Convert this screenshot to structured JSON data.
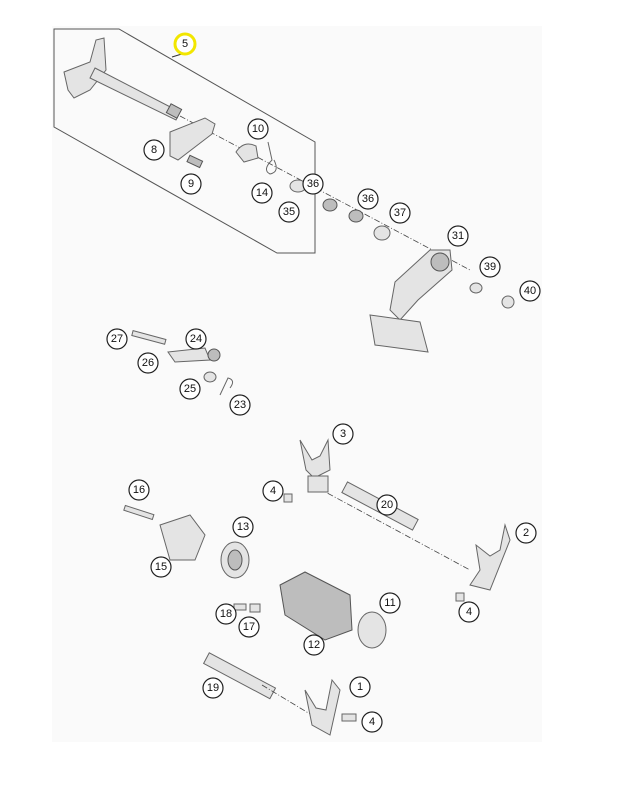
{
  "diagram": {
    "title": "Shift mechanism exploded view",
    "highlight_color": "#f2e600",
    "callouts": [
      "5",
      "10",
      "8",
      "9",
      "14",
      "35",
      "36",
      "36",
      "37",
      "31",
      "39",
      "40",
      "27",
      "24",
      "26",
      "25",
      "23",
      "3",
      "4",
      "20",
      "16",
      "13",
      "2",
      "15",
      "11",
      "18",
      "17",
      "4",
      "12",
      "1",
      "19",
      "4"
    ],
    "highlighted": "5"
  }
}
